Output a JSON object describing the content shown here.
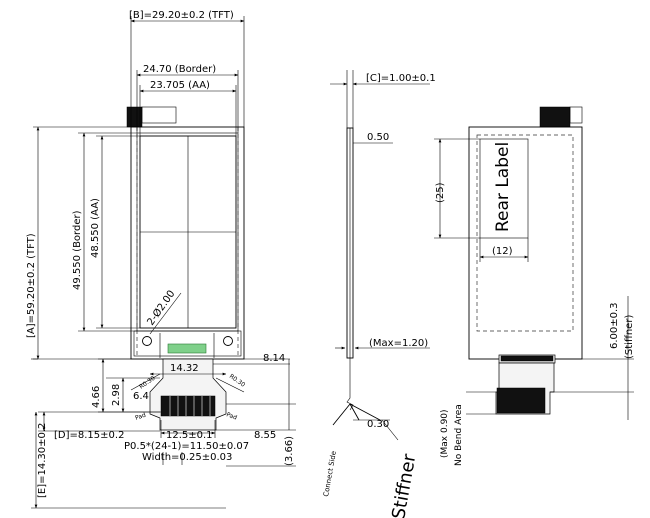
{
  "front_view": {
    "dim_tft_width": "[B]=29.20±0.2 (TFT)",
    "dim_border_width": "24.70 (Border)",
    "dim_aa_width": "23.705 (AA)",
    "dim_tft_height": "[A]=59.20±0.2 (TFT)",
    "dim_border_height": "49.550 (Border)",
    "dim_aa_height": "48.550 (AA)",
    "hole_label": "2-Ø2.00",
    "dim_8_14": "8.14",
    "dim_14_32": "14.32",
    "dim_4_66": "4.66",
    "dim_2_98": "2.98",
    "dim_r4": "6.4",
    "dim_bottom_d": "[D]=8.15±0.2",
    "dim_12_5": "12.5±0.1",
    "dim_8_55": "8.55",
    "dim_3_66": "(3.66)",
    "dim_pitch": "P0.5*(24-1)=11.50±0.07",
    "dim_width": "Width=0.25±0.03",
    "dim_fpc_total": "[E]=14.30±0.2",
    "small_r1": "R0.30",
    "small_r2": "R0.30",
    "pad_left": "Pad",
    "pad_right": "Pad"
  },
  "side_view": {
    "dim_thickness": "[C]=1.00±0.1",
    "dim_0_50": "0.50",
    "dim_max": "(Max=1.20)",
    "dim_0_30": "0.30",
    "connect_side": "Connect Side",
    "stiffener": "Stiffner"
  },
  "rear_view": {
    "rear_label": "Rear Label",
    "dim_25": "(25)",
    "dim_12": "(12)",
    "dim_stiffener": "6.00±0.3",
    "dim_stiffener_note": "(Stiffner)",
    "no_bend_max": "(Max 0.90)",
    "no_bend_area": "No Bend Area"
  }
}
